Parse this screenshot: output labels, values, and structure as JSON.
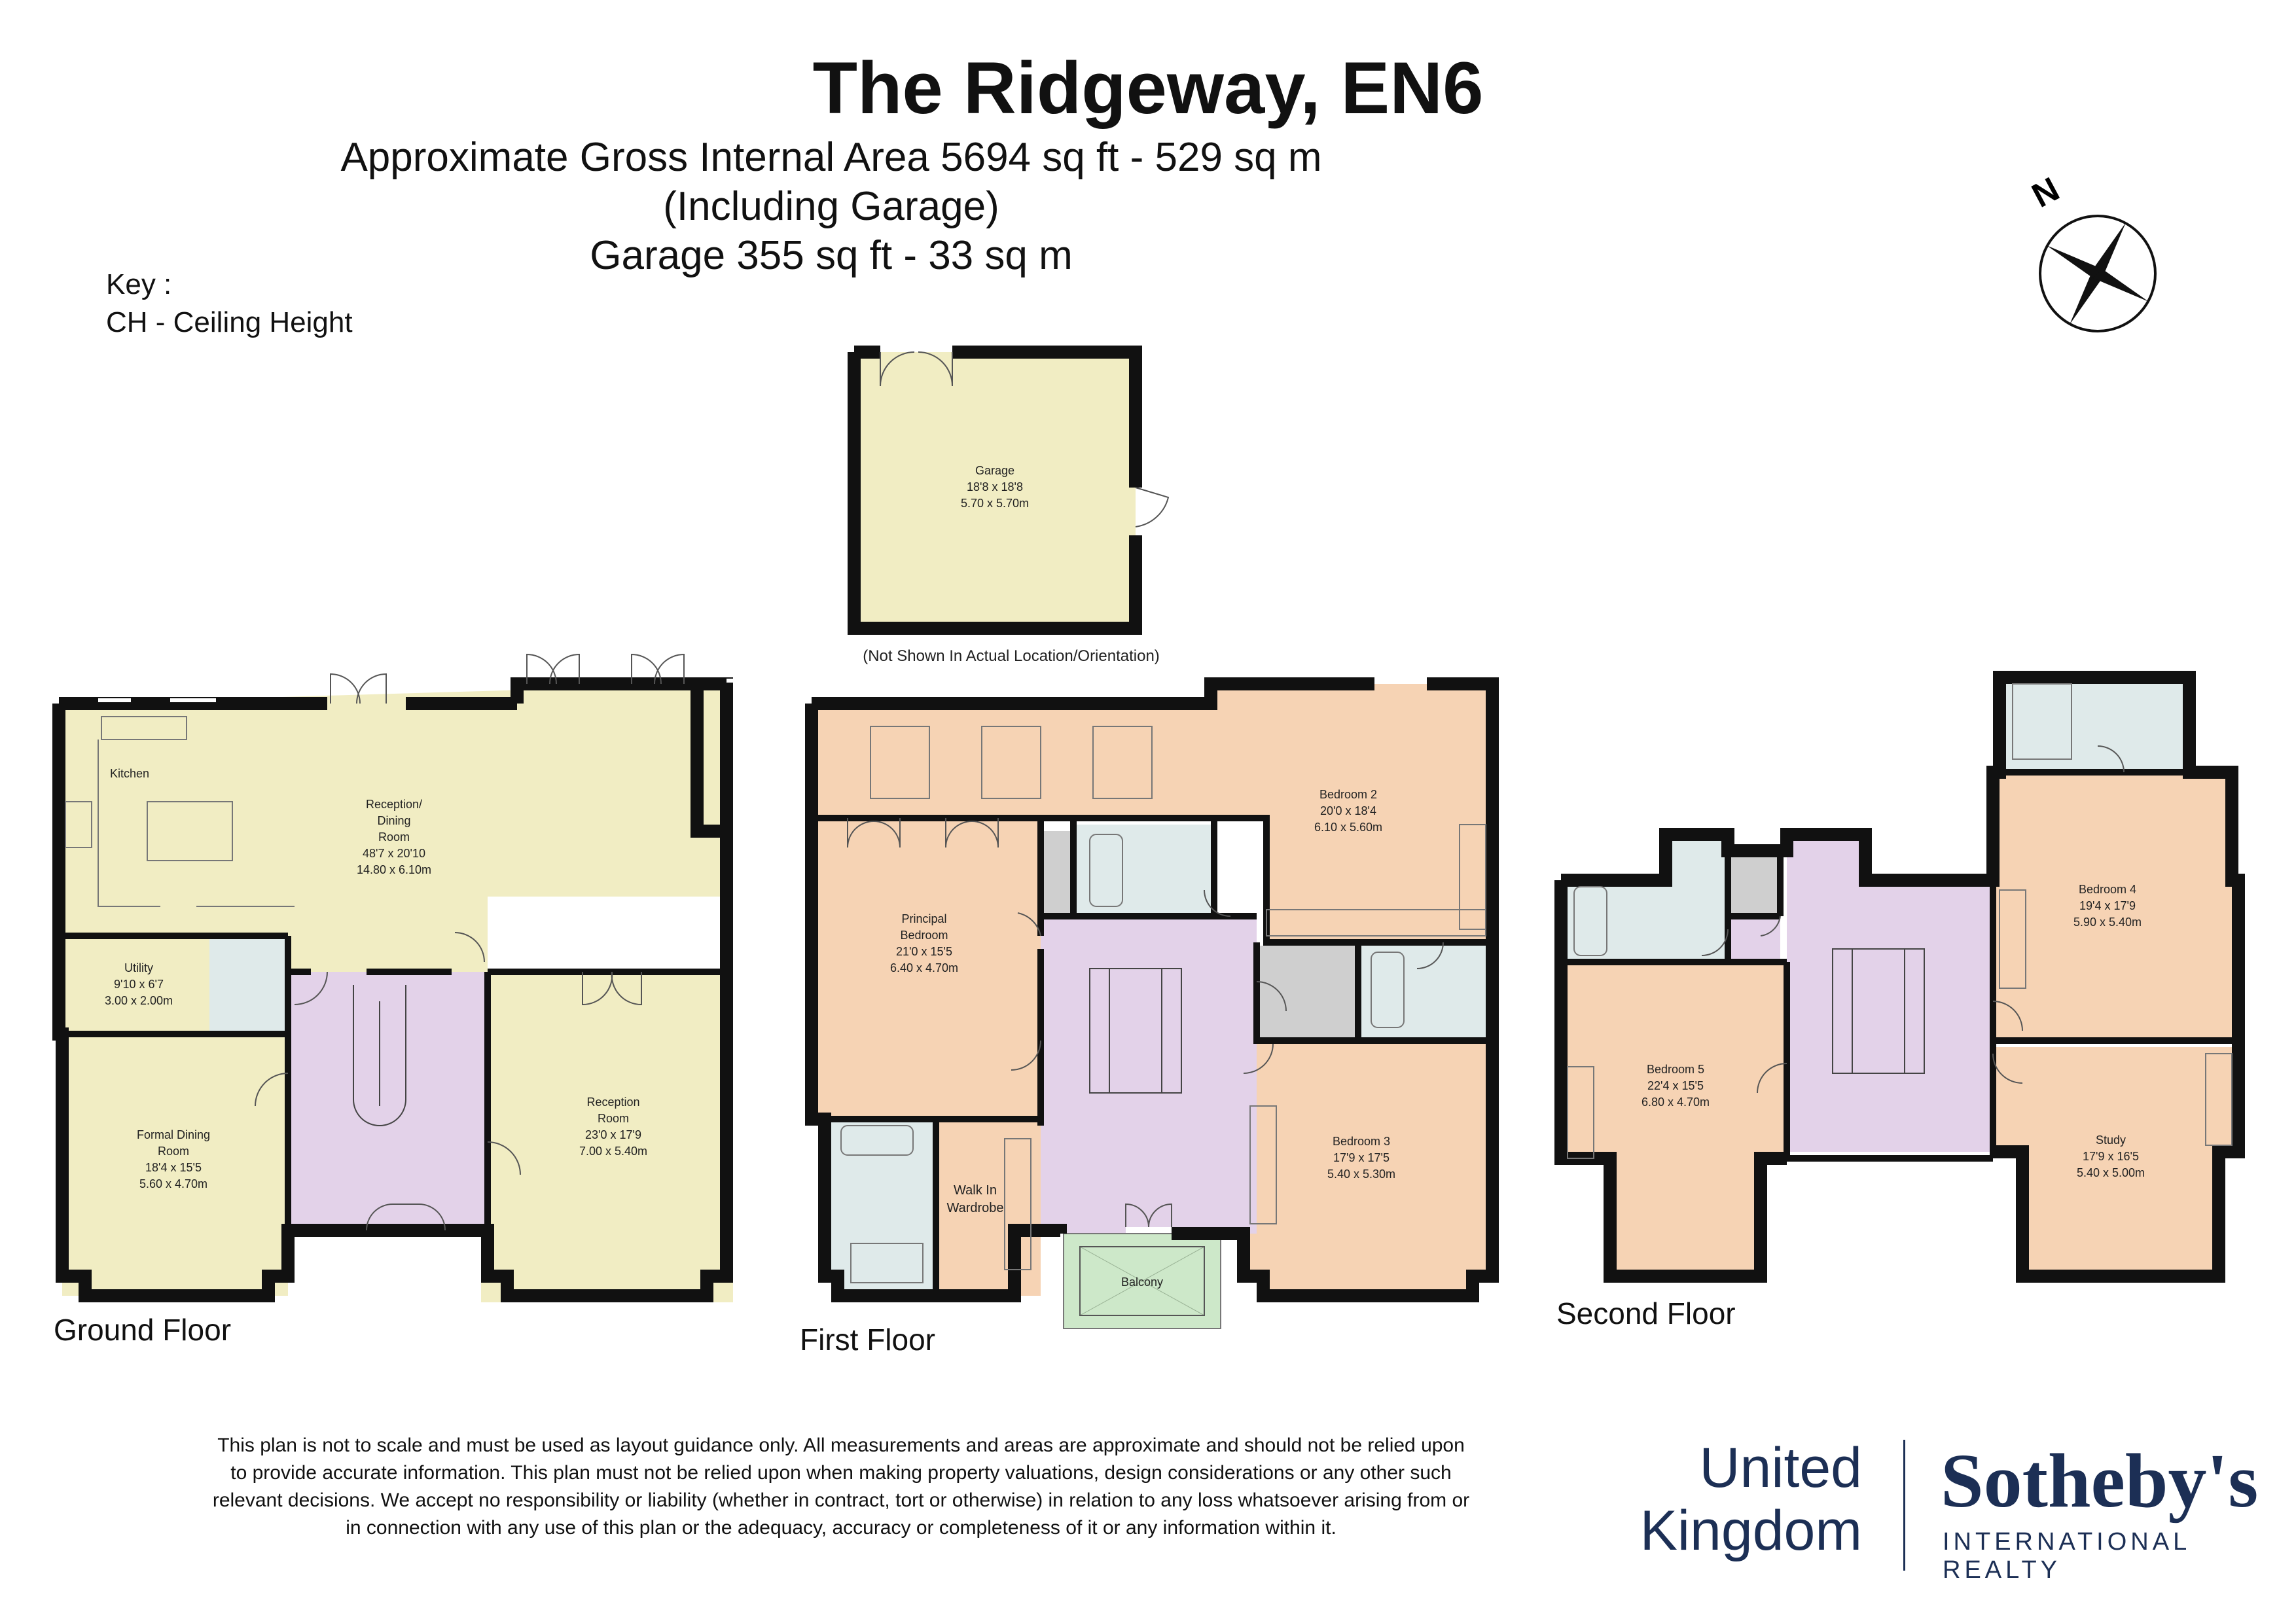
{
  "header": {
    "title": "The Ridgeway, EN6",
    "area_line": "Approximate Gross Internal Area 5694 sq ft - 529 sq m",
    "garage_note": "(Including Garage)",
    "garage_area": "Garage 355 sq ft - 33 sq m"
  },
  "key": {
    "heading": "Key :",
    "ch": "CH - Ceiling Height"
  },
  "compass": {
    "label": "N"
  },
  "garage": {
    "name": "Garage",
    "imperial": "18'8 x 18'8",
    "metric": "5.70 x 5.70m",
    "note": "(Not Shown In Actual Location/Orientation)"
  },
  "ground_floor": {
    "label": "Ground Floor",
    "kitchen": "Kitchen",
    "reception_dining": {
      "line1": "Reception/",
      "line2": "Dining",
      "line3": "Room",
      "imperial": "48'7 x 20'10",
      "metric": "14.80 x 6.10m"
    },
    "utility": {
      "name": "Utility",
      "imperial": "9'10 x 6'7",
      "metric": "3.00 x 2.00m"
    },
    "formal_dining": {
      "line1": "Formal Dining",
      "line2": "Room",
      "imperial": "18'4 x 15'5",
      "metric": "5.60 x 4.70m"
    },
    "reception": {
      "line1": "Reception",
      "line2": "Room",
      "imperial": "23'0 x 17'9",
      "metric": "7.00 x 5.40m"
    }
  },
  "first_floor": {
    "label": "First Floor",
    "principal": {
      "line1": "Principal",
      "line2": "Bedroom",
      "imperial": "21'0 x 15'5",
      "metric": "6.40 x 4.70m"
    },
    "bedroom2": {
      "name": "Bedroom 2",
      "imperial": "20'0 x 18'4",
      "metric": "6.10 x 5.60m"
    },
    "bedroom3": {
      "name": "Bedroom 3",
      "imperial": "17'9 x 17'5",
      "metric": "5.40 x 5.30m"
    },
    "walkin": {
      "line1": "Walk In",
      "line2": "Wardrobe"
    },
    "balcony": "Balcony"
  },
  "second_floor": {
    "label": "Second Floor",
    "bedroom4": {
      "name": "Bedroom 4",
      "imperial": "19'4 x 17'9",
      "metric": "5.90 x 5.40m"
    },
    "bedroom5": {
      "name": "Bedroom 5",
      "imperial": "22'4 x 15'5",
      "metric": "6.80 x 4.70m"
    },
    "study": {
      "name": "Study",
      "imperial": "17'9 x 16'5",
      "metric": "5.40 x 5.00m"
    }
  },
  "disclaimer": "This plan is not to scale and must be used as layout guidance only. All measurements and areas are approximate and should not be relied upon to provide accurate information. This plan must not be relied upon when making property valuations, design considerations or any other such relevant decisions. We accept no responsibility or liability (whether in contract, tort or otherwise) in relation to any loss whatsoever arising from or in connection with any use of this plan or the adequacy, accuracy or completeness of it or any information within it.",
  "brand": {
    "left_line1": "United",
    "left_line2": "Kingdom",
    "name": "Sotheby's",
    "tagline": "INTERNATIONAL REALTY",
    "color": "#1c2f55"
  },
  "colors": {
    "yellow": "#f1edc3",
    "peach": "#f6d3b4",
    "lilac": "#e3d2e9",
    "bath": "#dfeaea",
    "grey": "#cfcfcf",
    "balcony": "#cde8c9",
    "wall": "#111111"
  }
}
